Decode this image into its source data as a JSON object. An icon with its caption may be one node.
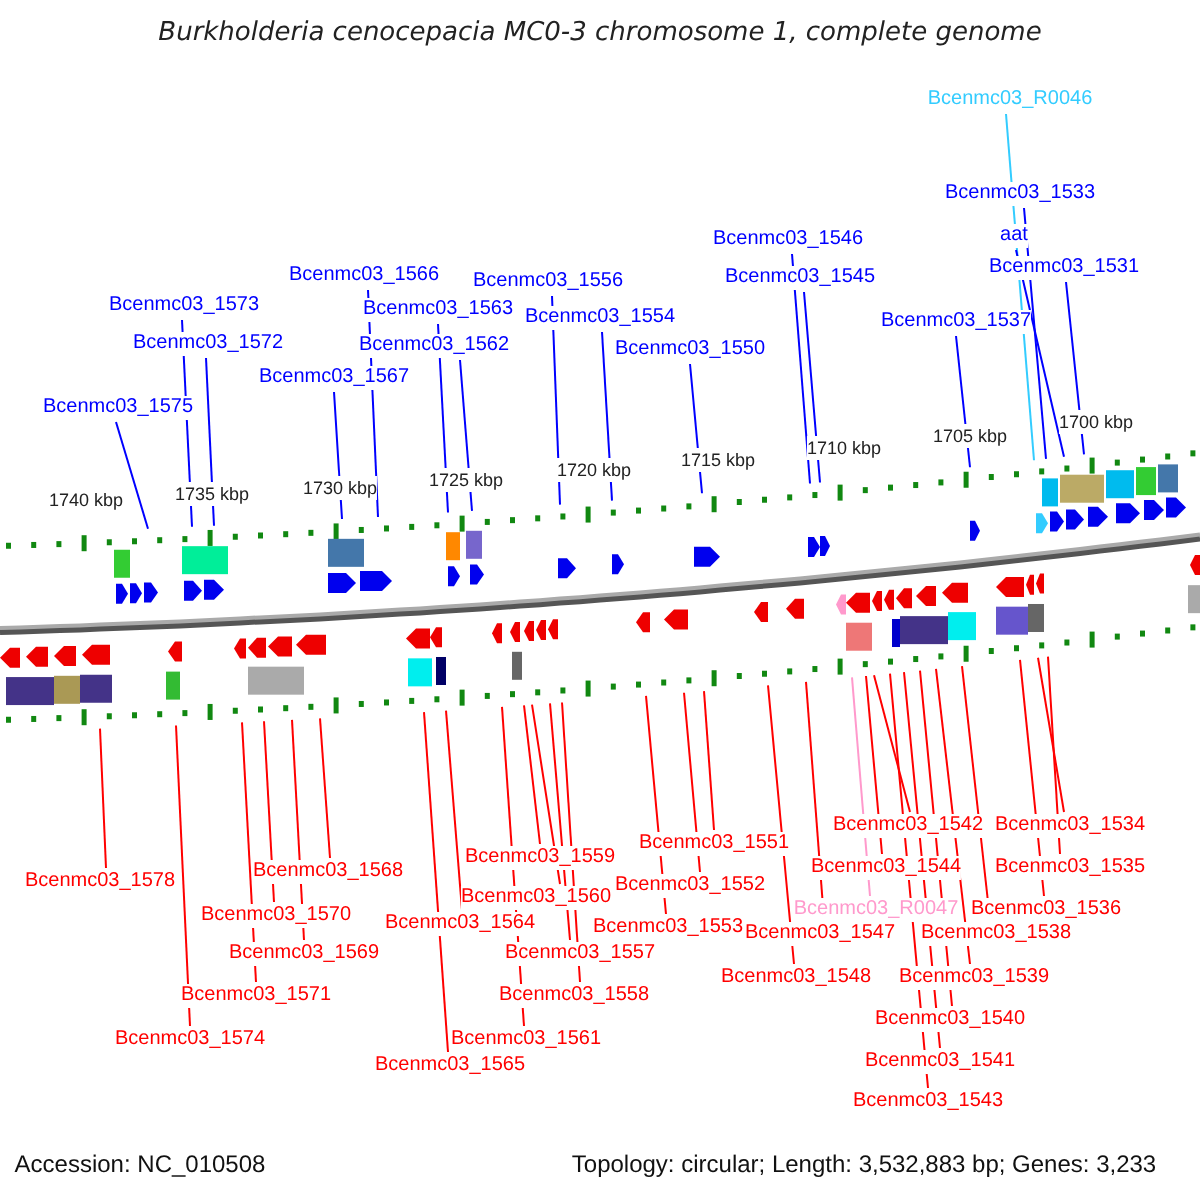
{
  "diagram": {
    "title": "Burkholderia cenocepacia MC0-3 chromosome 1, complete genome",
    "nodes": [
      {
        "text": [
          "Bcenmc03_R0046"
        ]
      },
      {
        "text": [
          "Bcenmc03_1533"
        ]
      },
      {
        "text": [
          "aat"
        ]
      },
      {
        "text": [
          "Bcenmc03_1546"
        ]
      },
      {
        "text": [
          "Bcenmc03_1531"
        ]
      },
      {
        "text": [
          "Bcenmc03_1566"
        ]
      },
      {
        "text": [
          "Bcenmc03_1545"
        ]
      },
      {
        "text": [
          "Bcenmc03_1556"
        ]
      },
      {
        "text": [
          "Bcenmc03_1573"
        ]
      },
      {
        "text": [
          "Bcenmc03_1563"
        ]
      },
      {
        "text": [
          "Bcenmc03_1554"
        ]
      },
      {
        "text": [
          "Bcenmc03_1537"
        ]
      },
      {
        "text": [
          "Bcenmc03_1572"
        ]
      },
      {
        "text": [
          "Bcenmc03_1562"
        ]
      },
      {
        "text": [
          "Bcenmc03_1550"
        ]
      },
      {
        "text": [
          "Bcenmc03_1567"
        ]
      },
      {
        "text": [
          "Bcenmc03_1575"
        ]
      },
      {
        "text": [
          "Bcenmc03_1542"
        ]
      },
      {
        "text": [
          "Bcenmc03_1534"
        ]
      },
      {
        "text": [
          "Bcenmc03_1551"
        ]
      },
      {
        "text": [
          "Bcenmc03_1559"
        ]
      },
      {
        "text": [
          "Bcenmc03_1568"
        ]
      },
      {
        "text": [
          "Bcenmc03_1544"
        ]
      },
      {
        "text": [
          "Bcenmc03_1535"
        ]
      },
      {
        "text": [
          "Bcenmc03_1578"
        ]
      },
      {
        "text": [
          "Bcenmc03_1552"
        ]
      },
      {
        "text": [
          "Bcenmc03_1560"
        ]
      },
      {
        "text": [
          "Bcenmc03_R0047"
        ]
      },
      {
        "text": [
          "Bcenmc03_1536"
        ]
      },
      {
        "text": [
          "Bcenmc03_1570"
        ]
      },
      {
        "text": [
          "Bcenmc03_1564"
        ]
      },
      {
        "text": [
          "Bcenmc03_1553"
        ]
      },
      {
        "text": [
          "Bcenmc03_1547"
        ]
      },
      {
        "text": [
          "Bcenmc03_1538"
        ]
      },
      {
        "text": [
          "Bcenmc03_1557"
        ]
      },
      {
        "text": [
          "Bcenmc03_1569"
        ]
      },
      {
        "text": [
          "Bcenmc03_1548"
        ]
      },
      {
        "text": [
          "Bcenmc03_1539"
        ]
      },
      {
        "text": [
          "Bcenmc03_1571"
        ]
      },
      {
        "text": [
          "Bcenmc03_1558"
        ]
      },
      {
        "text": [
          "Bcenmc03_1540"
        ]
      },
      {
        "text": [
          "Bcenmc03_1574"
        ]
      },
      {
        "text": [
          "Bcenmc03_1561"
        ]
      },
      {
        "text": [
          "Bcenmc03_1541"
        ]
      },
      {
        "text": [
          "Bcenmc03_1565"
        ]
      },
      {
        "text": [
          "Bcenmc03_1543"
        ]
      }
    ],
    "edges": [
      {
        "from": 0,
        "to": null,
        "arrow": "none",
        "color": "#33ccff"
      },
      {
        "from": 1,
        "to": null,
        "arrow": "none",
        "color": "#0000ff"
      },
      {
        "from": 2,
        "to": null,
        "arrow": "none",
        "color": "#0000ff"
      },
      {
        "from": 3,
        "to": null,
        "arrow": "none",
        "color": "#0000ff"
      },
      {
        "from": 4,
        "to": null,
        "arrow": "none",
        "color": "#0000ff"
      },
      {
        "from": 5,
        "to": null,
        "arrow": "none",
        "color": "#0000ff"
      },
      {
        "from": 6,
        "to": null,
        "arrow": "none",
        "color": "#0000ff"
      },
      {
        "from": 7,
        "to": null,
        "arrow": "none",
        "color": "#0000ff"
      },
      {
        "from": 8,
        "to": null,
        "arrow": "none",
        "color": "#0000ff"
      },
      {
        "from": 9,
        "to": null,
        "arrow": "none",
        "color": "#0000ff"
      },
      {
        "from": 10,
        "to": null,
        "arrow": "none",
        "color": "#0000ff"
      },
      {
        "from": 11,
        "to": null,
        "arrow": "none",
        "color": "#0000ff"
      },
      {
        "from": 12,
        "to": null,
        "arrow": "none",
        "color": "#0000ff"
      },
      {
        "from": 13,
        "to": null,
        "arrow": "none",
        "color": "#0000ff"
      },
      {
        "from": 14,
        "to": null,
        "arrow": "none",
        "color": "#0000ff"
      },
      {
        "from": 15,
        "to": null,
        "arrow": "none",
        "color": "#0000ff"
      },
      {
        "from": 16,
        "to": null,
        "arrow": "none",
        "color": "#0000ff"
      },
      {
        "from": 17,
        "to": null,
        "arrow": "none"
      },
      {
        "from": 18,
        "to": null,
        "arrow": "none"
      },
      {
        "from": 19,
        "to": null,
        "arrow": "none"
      },
      {
        "from": 20,
        "to": null,
        "arrow": "none"
      },
      {
        "from": 21,
        "to": null,
        "arrow": "none"
      },
      {
        "from": 22,
        "to": null,
        "arrow": "none"
      },
      {
        "from": 23,
        "to": null,
        "arrow": "none"
      },
      {
        "from": 24,
        "to": null,
        "arrow": "none"
      },
      {
        "from": 25,
        "to": null,
        "arrow": "none"
      },
      {
        "from": 26,
        "to": null,
        "arrow": "none"
      },
      {
        "from": 27,
        "to": null,
        "arrow": "none",
        "color": "#ff99cc"
      },
      {
        "from": 28,
        "to": null,
        "arrow": "none"
      },
      {
        "from": 29,
        "to": null,
        "arrow": "none"
      },
      {
        "from": 30,
        "to": null,
        "arrow": "none"
      },
      {
        "from": 31,
        "to": null,
        "arrow": "none"
      },
      {
        "from": 32,
        "to": null,
        "arrow": "none"
      },
      {
        "from": 33,
        "to": null,
        "arrow": "none"
      },
      {
        "from": 34,
        "to": null,
        "arrow": "none"
      },
      {
        "from": 35,
        "to": null,
        "arrow": "none"
      },
      {
        "from": 36,
        "to": null,
        "arrow": "none"
      },
      {
        "from": 37,
        "to": null,
        "arrow": "none"
      },
      {
        "from": 38,
        "to": null,
        "arrow": "none"
      },
      {
        "from": 39,
        "to": null,
        "arrow": "none"
      },
      {
        "from": 40,
        "to": null,
        "arrow": "none"
      },
      {
        "from": 41,
        "to": null,
        "arrow": "none"
      },
      {
        "from": 42,
        "to": null,
        "arrow": "none"
      },
      {
        "from": 43,
        "to": null,
        "arrow": "none"
      },
      {
        "from": 44,
        "to": null,
        "arrow": "none"
      },
      {
        "from": 45,
        "to": null,
        "arrow": "none"
      }
    ],
    "labels": [
      "1740 kbp",
      "1735 kbp",
      "1730 kbp",
      "1725 kbp",
      "1720 kbp",
      "1715 kbp",
      "1710 kbp",
      "1705 kbp",
      "1700 kbp",
      "Accession: NC_010508",
      "Topology: circular; Length: 3,532,883 bp; Genes: 3,233"
    ]
  }
}
